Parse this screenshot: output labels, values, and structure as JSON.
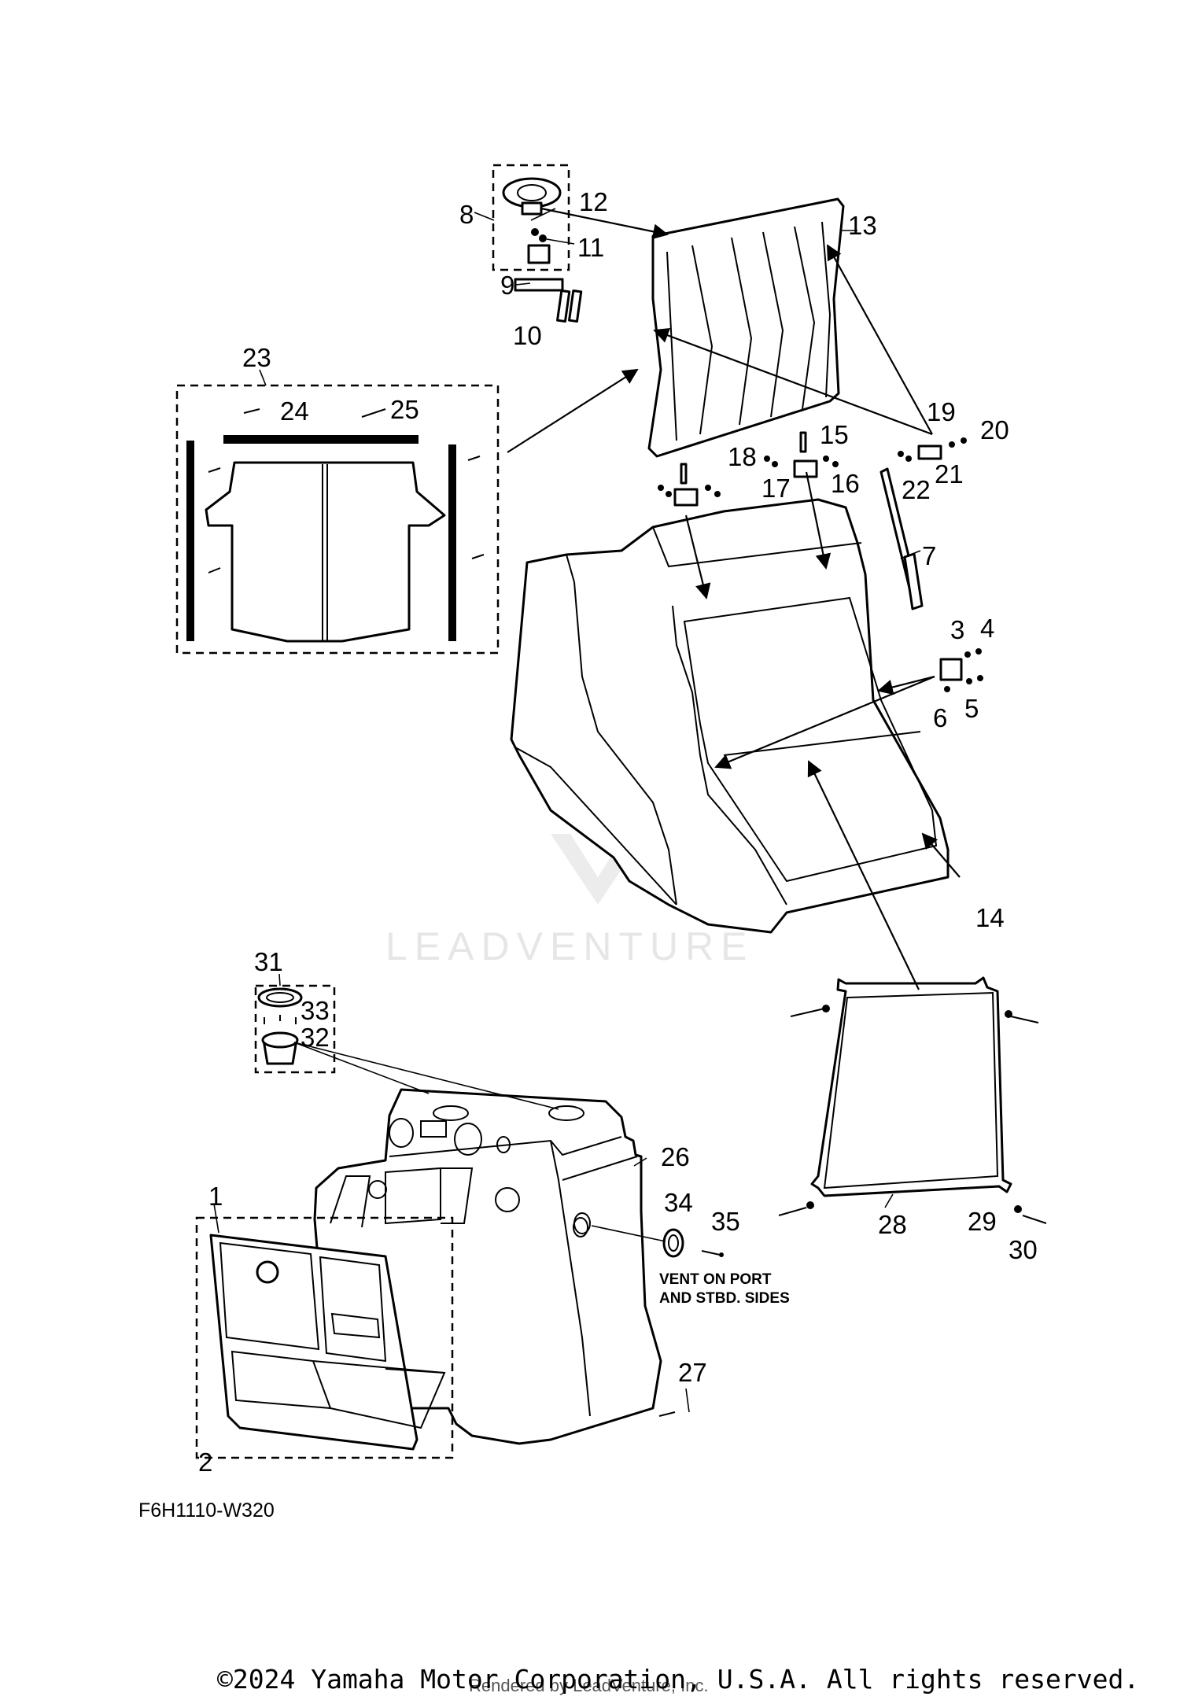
{
  "diagram": {
    "callouts": [
      "1",
      "2",
      "3",
      "4",
      "5",
      "6",
      "7",
      "8",
      "9",
      "10",
      "11",
      "12",
      "13",
      "14",
      "15",
      "16",
      "17",
      "18",
      "19",
      "20",
      "21",
      "22",
      "23",
      "24",
      "25",
      "26",
      "27",
      "28",
      "29",
      "30",
      "31",
      "32",
      "33",
      "34",
      "35"
    ],
    "vent_note_line1": "VENT ON PORT",
    "vent_note_line2": "AND STBD. SIDES",
    "drawing_code": "F6H1110-W320",
    "watermark": "LEADVENTURE",
    "copyright": "©2024 Yamaha Motor Corporation, U.S.A. All rights reserved.",
    "rendered_by": "Rendered by LeadVenture, Inc."
  }
}
